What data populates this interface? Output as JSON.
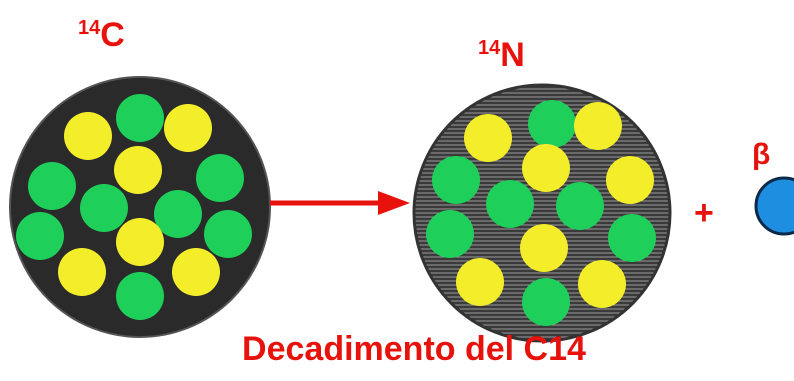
{
  "parent_nucleus": {
    "mass_number": "14",
    "symbol": "C"
  },
  "daughter_nucleus": {
    "mass_number": "14",
    "symbol": "N"
  },
  "beta_particle": {
    "symbol": "β"
  },
  "plus_sign": "+",
  "caption": "Decadimento del C14",
  "colors": {
    "label": "#e8120c",
    "arrow": "#e8120c",
    "proton": "#f4ee2a",
    "neutron": "#1ed05a",
    "nucleus_background": "#2a2a2a",
    "beta_particle": "#1e8fe0"
  },
  "icons": [
    "carbon-14-nucleus-icon",
    "nitrogen-14-nucleus-icon",
    "beta-particle-icon",
    "decay-arrow-icon"
  ]
}
